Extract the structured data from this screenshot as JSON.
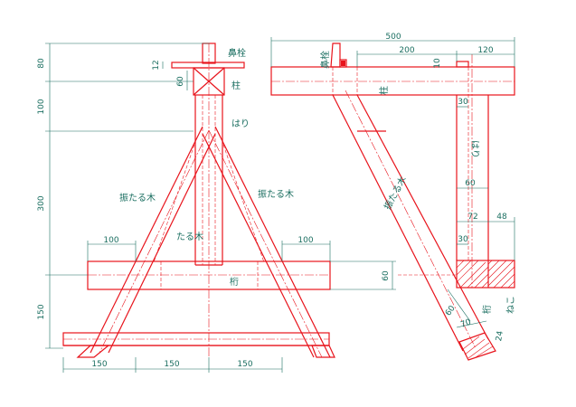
{
  "labels": {
    "hanabashira_left": "鼻栓",
    "hashira_left": "柱",
    "hari_left": "はり",
    "furutaruki_left": "振たる木",
    "furutaruki_right": "振たる木",
    "taruki": "たる木",
    "keta_left": "桁",
    "hanabashira_right": "鼻栓",
    "hashira_right": "柱",
    "hari_right": "はり",
    "furutaruki_side": "振たる木",
    "keta_right": "桁",
    "neji": "ねこ"
  },
  "dims_left": {
    "v80": "80",
    "v12": "12",
    "v60": "60",
    "v100": "100",
    "v300": "300",
    "v150": "150",
    "h100a": "100",
    "h100b": "100",
    "v60b": "60",
    "b150a": "150",
    "b150b": "150",
    "b150c": "150"
  },
  "dims_right": {
    "h500": "500",
    "h200": "200",
    "h120": "120",
    "v10": "10",
    "v30a": "30",
    "v60": "60",
    "h72": "72",
    "h48": "48",
    "v30b": "30",
    "d60": "60",
    "d70": "70",
    "d24": "24"
  }
}
